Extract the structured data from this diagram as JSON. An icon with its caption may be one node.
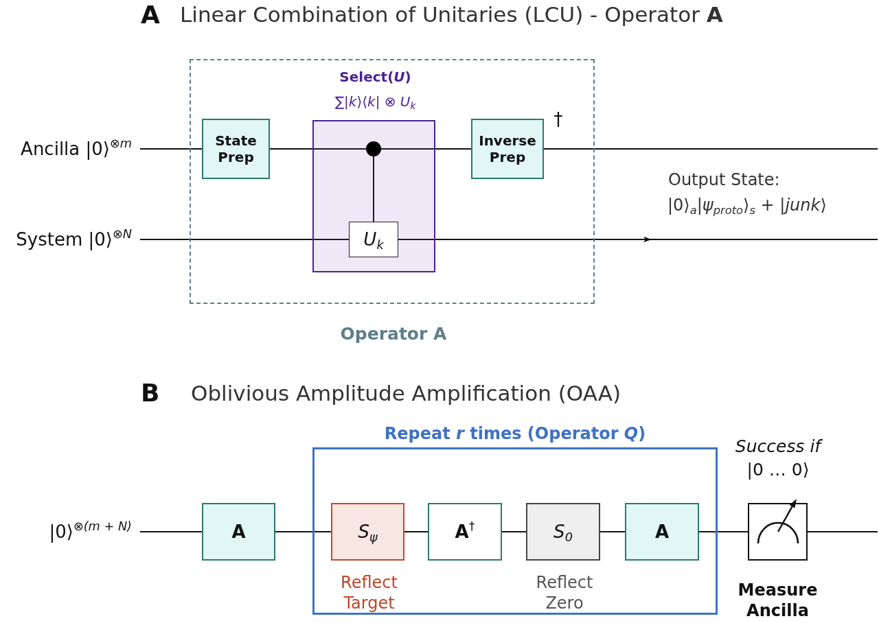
{
  "diagram": {
    "nodes": [
      {
        "text": [
          "Operator A"
        ]
      },
      {
        "text": [
          "Ancilla |0⟩$^{⊗m}$"
        ]
      },
      {
        "text": [
          "System |0⟩$^{⊗N}$"
        ]
      },
      {
        "text": [
          "State Prep"
        ],
        "in": 0
      },
      {
        "text": [
          "Select(*U*)",
          "∑|*k*⟩⟨*k*| ⊗ *U*$_{k}$"
        ],
        "in": 0
      },
      {
        "text": [],
        "shape": "circle",
        "in": 4
      },
      {
        "text": [
          "U$_{k}$"
        ],
        "in": 4
      },
      {
        "text": [
          "Inverse Prep"
        ],
        "in": 0,
        "beside": [
          "†"
        ]
      },
      {
        "text": [
          "|0⟩$^{⊗(m + N)}$"
        ]
      },
      {
        "text": [
          "A"
        ]
      },
      {
        "text": [
          "Repeat *r* times (Operator *Q*)"
        ]
      },
      {
        "text": [
          "S$_{ψ}$"
        ],
        "in": 10,
        "beside": [
          "Reflect Target"
        ]
      },
      {
        "text": [
          "**A**$^{†}$"
        ],
        "in": 10
      },
      {
        "text": [
          "S$_{0}$"
        ],
        "in": 10,
        "beside": [
          "Reflect Zero"
        ]
      },
      {
        "text": [
          "A"
        ],
        "in": 10
      },
      {
        "text": [
          "Measure Ancilla"
        ],
        "beside": [
          "*Success if* |0 … 0⟩"
        ]
      }
    ],
    "edges": [
      {
        "from": 1,
        "to": 3,
        "arrow": "none"
      },
      {
        "from": 3,
        "to": 5,
        "arrow": "none"
      },
      {
        "from": 5,
        "to": 7,
        "arrow": "none"
      },
      {
        "from": 7,
        "to": null,
        "arrow": "none"
      },
      {
        "from": 5,
        "to": 6,
        "arrow": "none"
      },
      {
        "from": 2,
        "to": 6,
        "arrow": "none"
      },
      {
        "from": 6,
        "to": null,
        "arrow": "to"
      },
      {
        "from": 8,
        "to": 9,
        "arrow": "none"
      },
      {
        "from": 9,
        "to": 11,
        "arrow": "none"
      },
      {
        "from": 11,
        "to": 12,
        "arrow": "none"
      },
      {
        "from": 12,
        "to": 13,
        "arrow": "none"
      },
      {
        "from": 13,
        "to": 14,
        "arrow": "none"
      },
      {
        "from": 14,
        "to": 15,
        "arrow": "none"
      },
      {
        "from": 15,
        "to": null,
        "arrow": "none"
      }
    ],
    "labels": [
      "A",
      "Linear Combination of Unitaries (LCU) - Operator **A**",
      "Output State:",
      "|0⟩$_{a}$|*ψ*$_{proto}$⟩$_{s}$ + |*junk*⟩",
      "B",
      "Oblivious Amplitude Amplification (OAA)"
    ]
  }
}
